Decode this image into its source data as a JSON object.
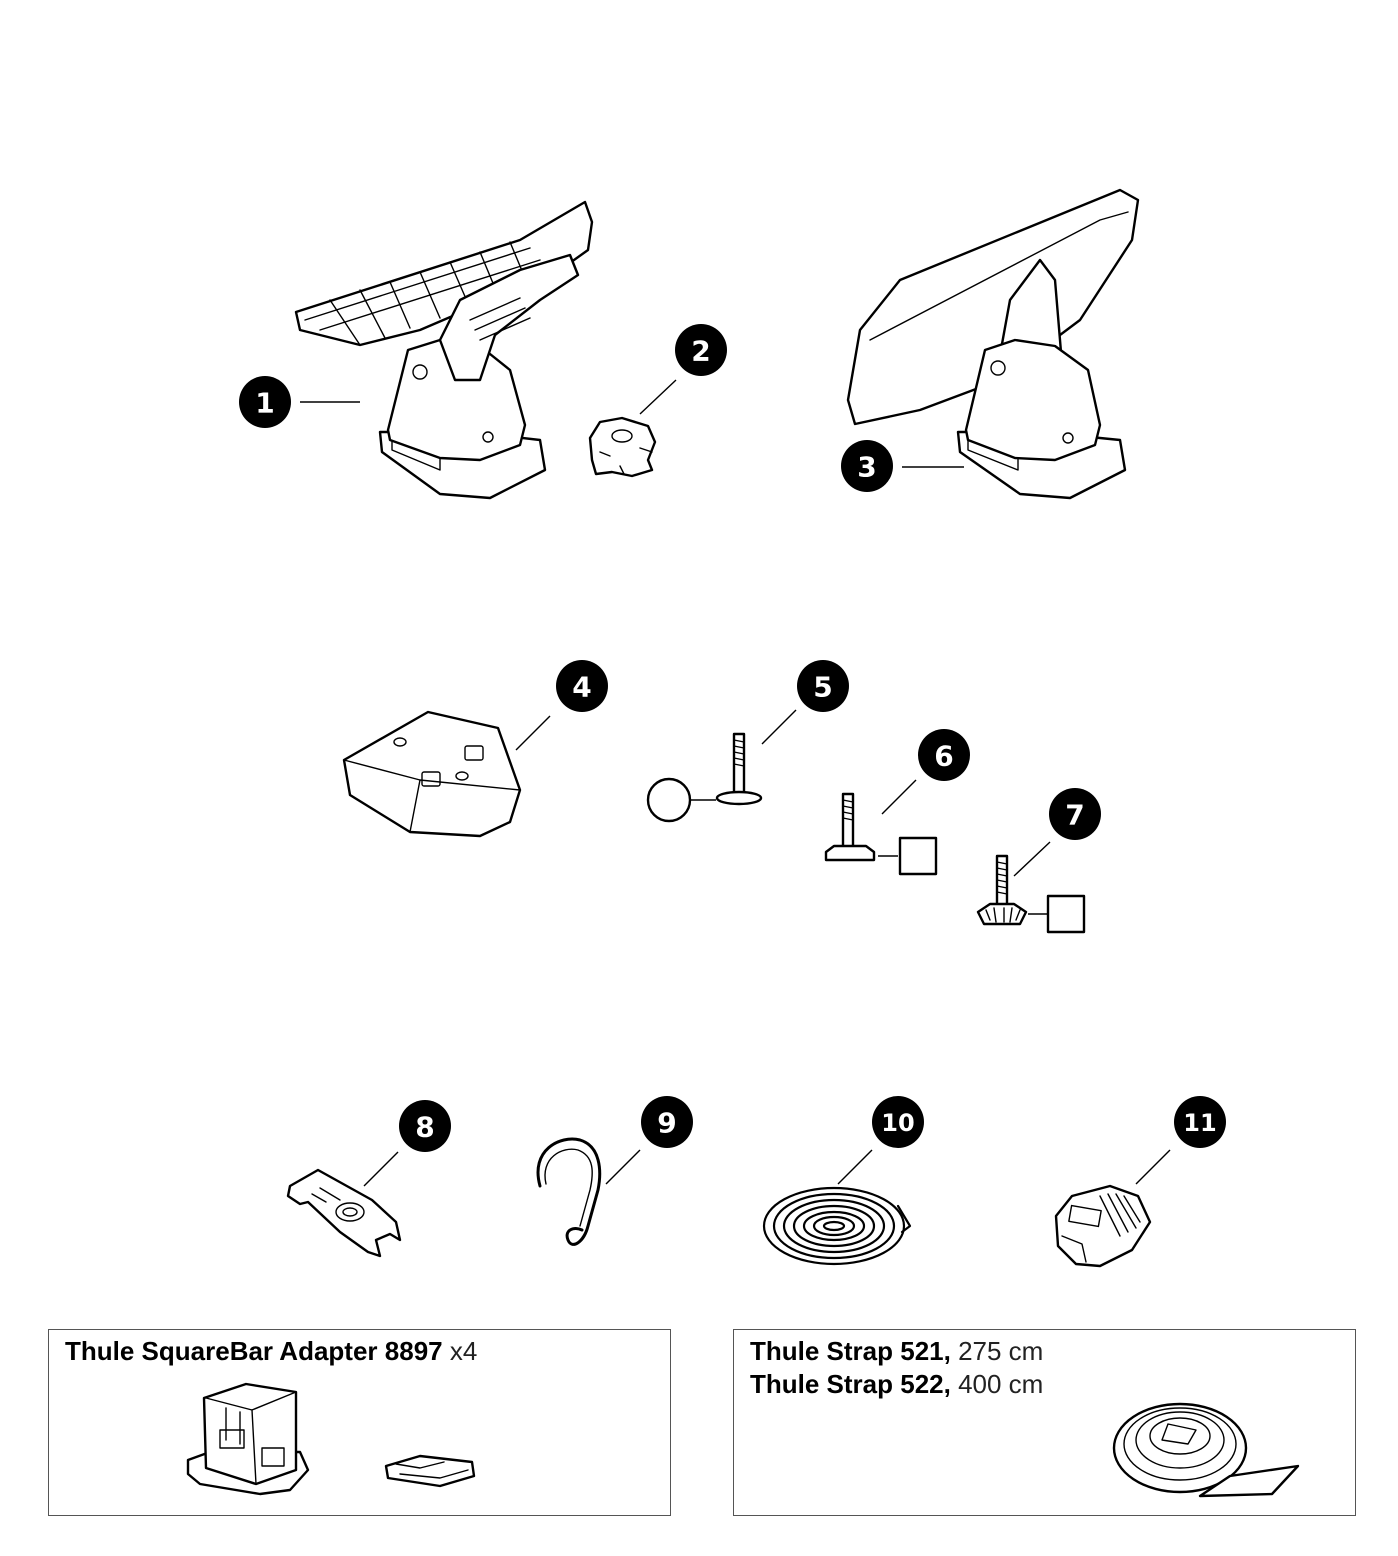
{
  "callouts": [
    "1",
    "2",
    "3",
    "4",
    "5",
    "6",
    "7",
    "8",
    "9",
    "10",
    "11"
  ],
  "adapter_box": {
    "product": "Thule SquareBar Adapter 8897",
    "qty": "x4"
  },
  "strap_box": {
    "strap1_name": "Thule Strap 521,",
    "strap1_len": "275 cm",
    "strap2_name": "Thule Strap 522,",
    "strap2_len": "400 cm"
  }
}
